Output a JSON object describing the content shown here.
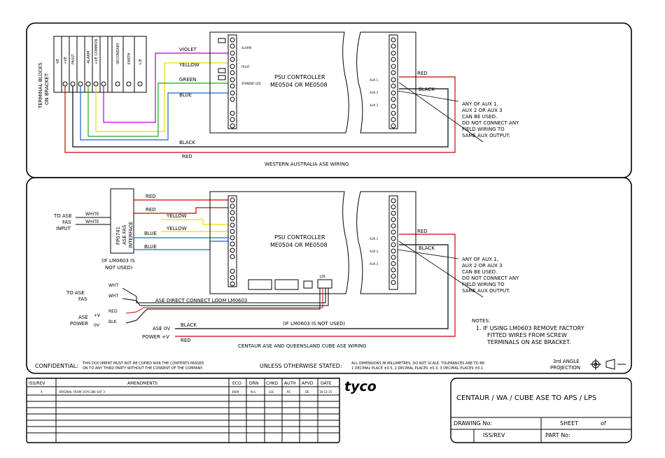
{
  "top": {
    "terminal_label_1": "TERMINAL BLOCKS",
    "terminal_label_2": "ON BRACKET",
    "blocks": [
      "-VE",
      "+VE",
      "FAULT",
      "-ALARM",
      "+VE COMMON",
      "SECONDARY",
      "EARTH",
      "L/E"
    ],
    "wires": [
      "VIOLET",
      "YELLOW",
      "GREEN",
      "BLUE"
    ],
    "psu_title": "PSU  CONTROLLER",
    "psu_model": "ME0504  OR  ME0508",
    "psu_pins": [
      "ALARM",
      "FAULT",
      "STANDBY LED"
    ],
    "aux_labels": [
      "AUX 1",
      "AUX 2",
      "AUX 3"
    ],
    "red": "RED",
    "black": "BLACK",
    "black_bottom": "BLACK",
    "red_bottom": "RED",
    "note": [
      "ANY OF AUX 1,",
      "AUX 2 OR AUX 3",
      "CAN BE USED.",
      "DO NOT CONNECT ANY",
      "FIELD WIRING TO",
      "SAME AUX OUTPUT."
    ],
    "caption": "WESTERN  AUSTRALIA  ASE  WIRING"
  },
  "bottom": {
    "input_label": [
      "TO ASE",
      "FAS",
      "INPUT"
    ],
    "white": "WHITE",
    "interface": [
      "FP0741",
      "ASE FAS",
      "INTERFACE"
    ],
    "wires": [
      "RED",
      "RED",
      "YELLOW",
      "YELLOW",
      "BLUE",
      "BLUE"
    ],
    "not_used": [
      "(IF  LM0603  IS",
      "NOT  USED)"
    ],
    "psu_title": "PSU  CONTROLLER",
    "psu_model": "ME0504  OR  ME0508",
    "aux_labels": [
      "AUX 1",
      "AUX 2",
      "AUX 3"
    ],
    "red": "RED",
    "black": "BLACK",
    "note": [
      "ANY OF AUX 1,",
      "AUX 2 OR AUX 3",
      "CAN BE USED.",
      "DO NOT CONNECT ANY",
      "FIELD WIRING TO",
      "SAME AUX OUTPUT."
    ],
    "to_ase_fas": [
      "TO ASE",
      "FAS"
    ],
    "wht": "WHT",
    "ase_power": [
      "ASE",
      "POWER"
    ],
    "plus_v": "+V",
    "zero_v": "0V",
    "blk": "BLK",
    "j26": "J26",
    "loom": "ASE  DIRECT  CONNECT  LOOM  LM0603",
    "if_lm": "(IF  LM0603  IS  NOT  USED)",
    "ase_0v": "ASE  0V",
    "power_plus": "POWER  +V",
    "black_w": "BLACK",
    "red_w": "RED",
    "notes_title": "NOTES:",
    "notes": [
      "1.  IF  USING  LM0603  REMOVE  FACTORY",
      "FITTED  WIRES  FROM  SCREW",
      "TERMINALS  ON  ASE  BRACKET."
    ],
    "caption": "CENTAUR  ASE  AND  QUEENSLAND  CUBE  ASE  WIRING"
  },
  "footer": {
    "confidential": "CONFIDENTIAL:",
    "conf_text_1": "THIS DOCUMENT MUST NOT BE COPIED NOR THE CONTENTS PASSED",
    "conf_text_2": "ON TO ANY THIRD PARTY WITHOUT THE CONSENT OF THE COMPANY.",
    "unless": "UNLESS  OTHERWISE  STATED:",
    "dims_1": "ALL DIMENSIONS IN MILLIMETRES, DO NOT SCALE. TOLERANCES ARE TO BE:",
    "dims_2": "1 DECIMAL PLACE ±0.5, 2 DECIMAL PLACES ±0.3, 3 DECIMAL PLACES ±0.1",
    "angle_1": "3rd  ANGLE",
    "angle_2": "PROJECTION"
  },
  "table": {
    "headers": [
      "ISS/REV",
      "AMENDMENTS",
      "ECO",
      "DRN",
      "CHKD",
      "AUTH",
      "APVD",
      "DATE"
    ],
    "row": [
      "A",
      "ORIGINAL FROM 1976-286 SHT 3",
      "4609",
      "N.S.",
      "LSC",
      "RC",
      "DE",
      "18-12-15"
    ]
  },
  "brand": "tyco",
  "title_block": {
    "title": "CENTAUR / WA / CUBE  ASE  TO  APS / LPS",
    "drawing_no": "DRAWING  No:",
    "sheet": "SHEET",
    "of": "of",
    "iss_rev": "ISS/REV",
    "part_no": "PART  No:"
  },
  "colors": {
    "violet": "#b000c8",
    "yellow": "#e8e000",
    "green": "#18a818",
    "blue": "#2060d0",
    "red": "#d00000"
  }
}
